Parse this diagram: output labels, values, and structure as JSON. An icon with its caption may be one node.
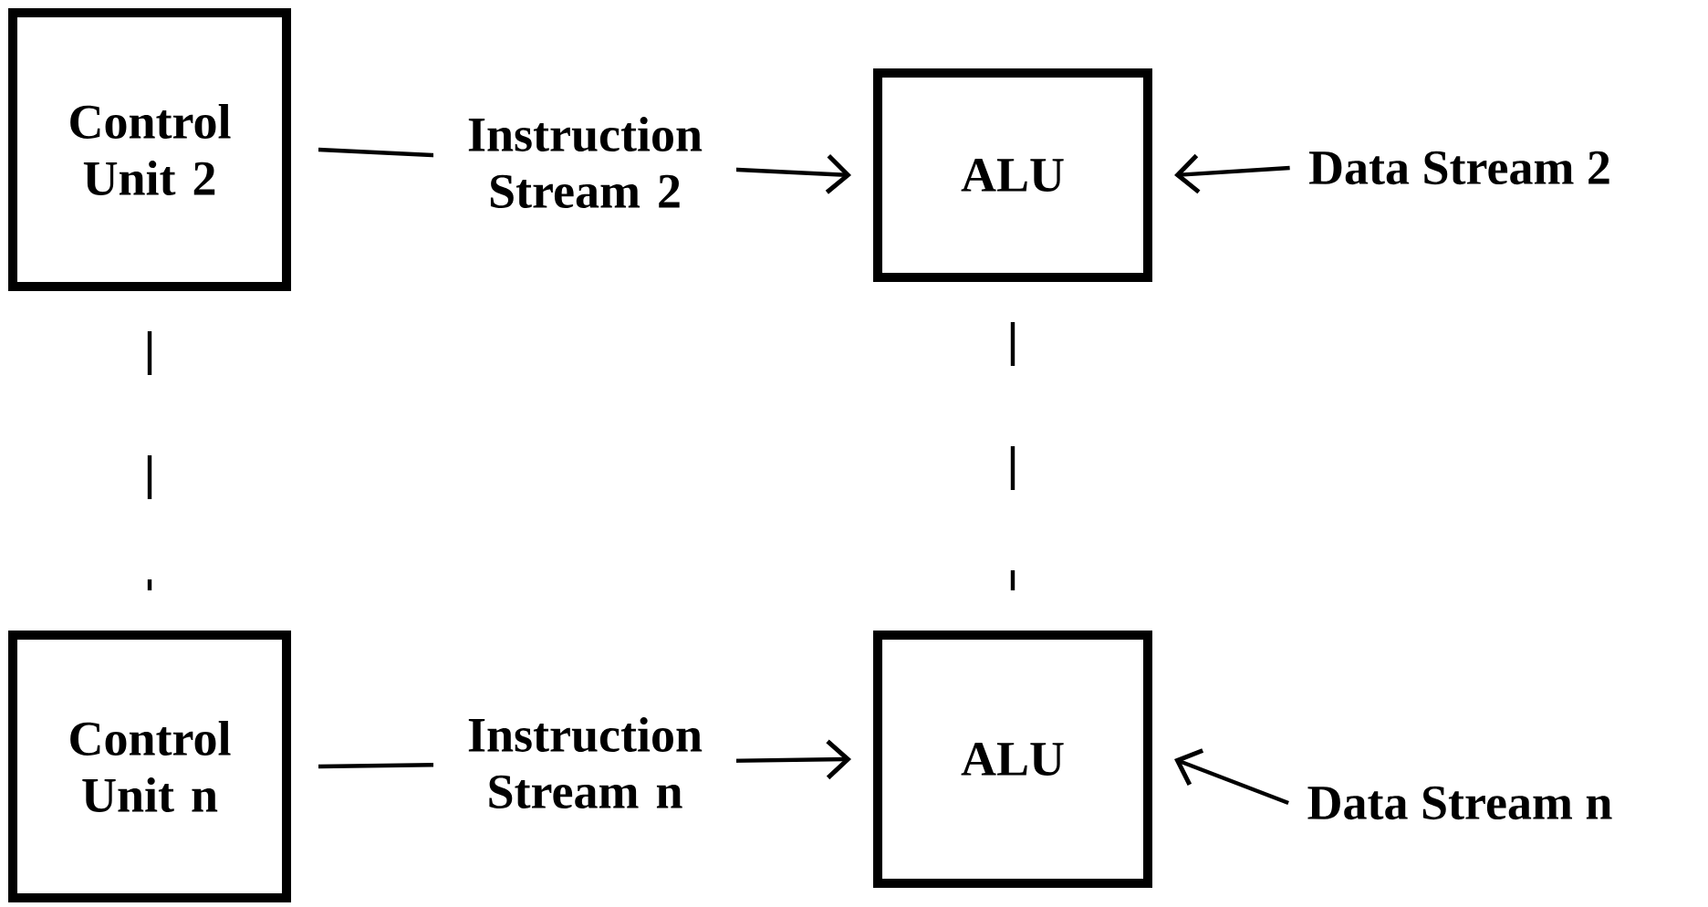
{
  "diagram": {
    "nodes": [
      {
        "text": [
          "Control Unit 2"
        ]
      },
      {
        "text": [
          "ALU"
        ]
      },
      {
        "text": [
          "Data Stream 2"
        ]
      },
      {
        "text": [
          "Control Unit n"
        ]
      },
      {
        "text": [
          "ALU"
        ]
      },
      {
        "text": [
          "Data Stream n"
        ]
      }
    ],
    "edges": [
      {
        "from": 0,
        "to": 1,
        "arrow": "to",
        "label": "Instruction Stream 2"
      },
      {
        "from": 2,
        "to": 1,
        "arrow": "to"
      },
      {
        "from": 0,
        "to": 3,
        "arrow": "none",
        "style": "dashed"
      },
      {
        "from": 1,
        "to": 4,
        "arrow": "none",
        "style": "dashed"
      },
      {
        "from": 3,
        "to": 4,
        "arrow": "to",
        "label": "Instruction Stream n"
      },
      {
        "from": 5,
        "to": 4,
        "arrow": "to"
      }
    ]
  }
}
